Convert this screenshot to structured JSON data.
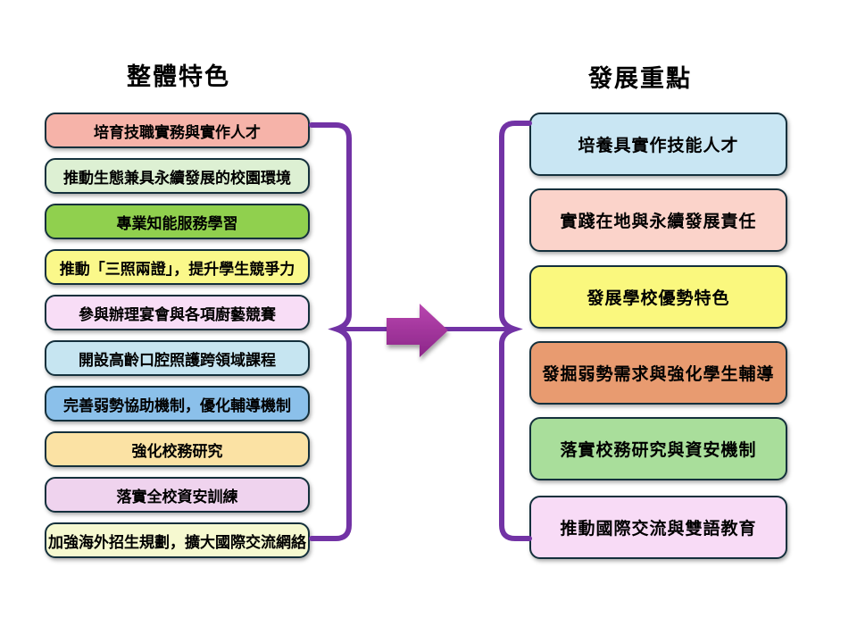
{
  "slide": {
    "left_column": {
      "title": "整體特色",
      "boxes": [
        {
          "label": "培育技職實務與實作人才",
          "fill": "#F6B3A9"
        },
        {
          "label": "推動生態兼具永續發展的校園環境",
          "fill": "#DDF0D3"
        },
        {
          "label": "專業知能服務學習",
          "fill": "#90D04E"
        },
        {
          "label": "推動「三照兩證」，提升學生競爭力",
          "fill": "#FAF88A"
        },
        {
          "label": "參與辦理宴會與各項廚藝競賽",
          "fill": "#F8DDF6"
        },
        {
          "label": "開設高齡口腔照護跨領域課程",
          "fill": "#C6E5F1"
        },
        {
          "label": "完善弱勢協助機制，優化輔導機制",
          "fill": "#8BC0EA"
        },
        {
          "label": "強化校務研究",
          "fill": "#FBE2A4"
        },
        {
          "label": "落實全校資安訓練",
          "fill": "#EFD3EE"
        },
        {
          "label": "加強海外招生規劃，擴大國際交流網絡",
          "fill": "#F6F9D0"
        }
      ]
    },
    "right_column": {
      "title": "發展重點",
      "boxes": [
        {
          "label": "培養具實作技能人才",
          "fill": "#C9E6F3"
        },
        {
          "label": "實踐在地與永續發展責任",
          "fill": "#FBD3CA"
        },
        {
          "label": "發展學校優勢特色",
          "fill": "#FAF87E"
        },
        {
          "label": "發掘弱勢需求與強化學生輔導",
          "fill": "#E89B70"
        },
        {
          "label": "落實校務研究與資安機制",
          "fill": "#A9DE9B"
        },
        {
          "label": "推動國際交流與雙語教育",
          "fill": "#F8DBF6"
        }
      ]
    },
    "connector": {
      "left_brace_icon": "curly-brace-grouping-left-column",
      "right_brace_icon": "curly-brace-grouping-right-column",
      "arrow_icon": "right-arrow"
    },
    "colors": {
      "background": "#FFFFFF",
      "box_border": "#14303C",
      "text": "#000000",
      "brace": "#7233A5",
      "arrow_top": "#B846AF",
      "arrow_bottom": "#8C2689"
    }
  }
}
